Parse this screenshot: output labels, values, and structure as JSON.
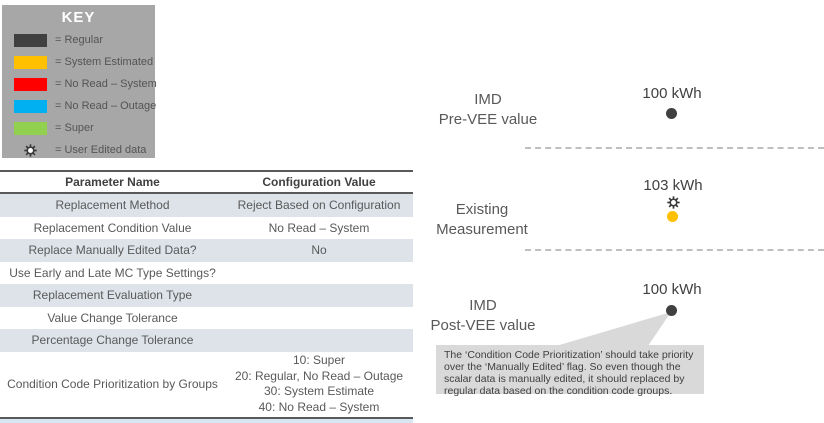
{
  "key": {
    "title": "KEY",
    "items": [
      {
        "label": "= Regular",
        "color": "#404040"
      },
      {
        "label": "= System Estimated",
        "color": "#FFC000"
      },
      {
        "label": "= No Read – System",
        "color": "#FF0000"
      },
      {
        "label": "= No Read – Outage",
        "color": "#00B0F0"
      },
      {
        "label": "= Super",
        "color": "#92D050"
      },
      {
        "label": "= User Edited data",
        "icon": "gear-icon"
      }
    ],
    "background": "#a7a7a7"
  },
  "table": {
    "columns": [
      "Parameter Name",
      "Configuration Value"
    ],
    "rows": [
      {
        "param": "Replacement Method",
        "value": "Reject Based on Configuration"
      },
      {
        "param": "Replacement Condition Value",
        "value": "No Read – System"
      },
      {
        "param": "Replace Manually Edited Data?",
        "value": "No"
      },
      {
        "param": "Use Early and Late MC Type Settings?",
        "value": ""
      },
      {
        "param": "Replacement Evaluation Type",
        "value": ""
      },
      {
        "param": "Value Change Tolerance",
        "value": ""
      },
      {
        "param": "Percentage Change Tolerance",
        "value": ""
      },
      {
        "param": "Condition Code Prioritization by Groups",
        "value_lines": [
          "10: Super",
          "20: Regular, No Read – Outage",
          "30: System Estimate",
          "40: No Read – System"
        ]
      }
    ],
    "shaded_row_color": "#dde3e9"
  },
  "diagram": {
    "sections": [
      {
        "label_line1": "IMD",
        "label_line2": "Pre-VEE value",
        "value": "100 kWh",
        "dot_color": "#404040",
        "user_edited": false
      },
      {
        "label_line1": "Existing",
        "label_line2": "Measurement",
        "value": "103 kWh",
        "dot_color": "#FFC000",
        "user_edited": true
      },
      {
        "label_line1": "IMD",
        "label_line2": "Post-VEE value",
        "value": "100 kWh",
        "dot_color": "#404040",
        "user_edited": false
      }
    ],
    "callout_text": "The ‘Condition Code Prioritization’ should take priority over the ‘Manually Edited’ flag.  So even though the scalar data is manually edited, it should replaced by regular data based on the condition code groups.",
    "callout_color": "#d9d9d9"
  }
}
